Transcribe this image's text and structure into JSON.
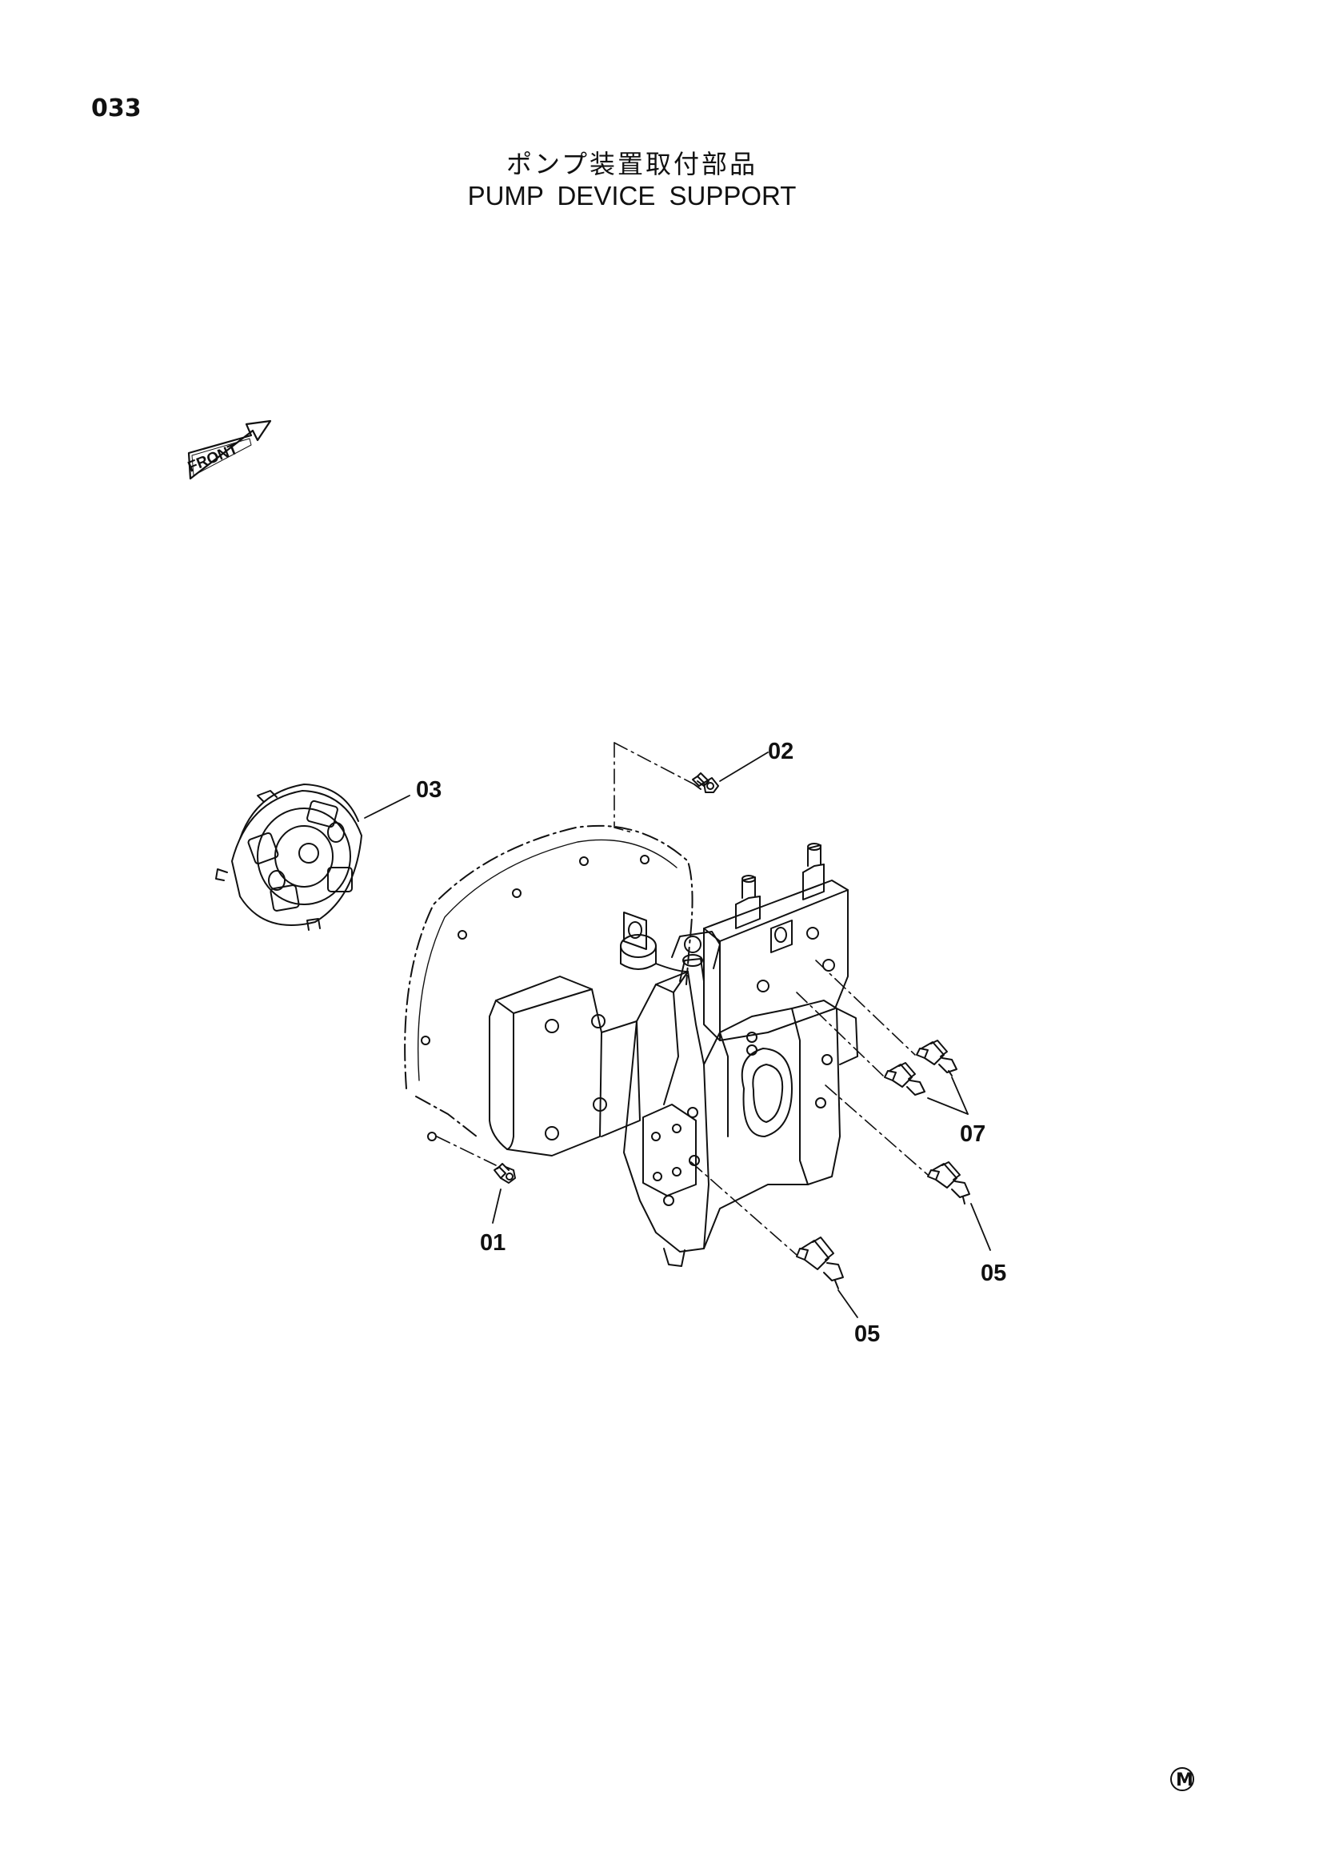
{
  "page": {
    "number": "033",
    "title_jp": "ポンプ装置取付部品",
    "title_en": "PUMP DEVICE SUPPORT"
  },
  "orientation": {
    "label": "FRONT"
  },
  "callouts": [
    "01",
    "02",
    "03",
    "05",
    "05",
    "07"
  ],
  "manufacturer_mark": "M"
}
